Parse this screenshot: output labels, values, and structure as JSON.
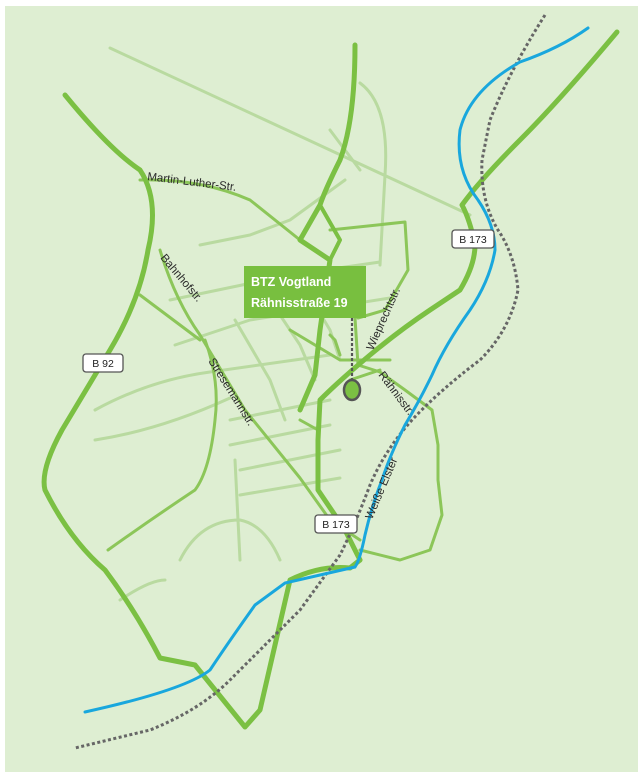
{
  "map": {
    "callout": {
      "line1": "BTZ Vogtland",
      "line2": "Rähnisstraße 19"
    },
    "streets": {
      "martin_luther": "Martin-Luther-Str.",
      "bahnhof": "Bahnhofstr.",
      "stresemann": "Stresemannstr.",
      "wieprecht": "Wieprechtstr.",
      "raehnis": "Rähnisstr."
    },
    "river": "Weiße Elster",
    "shields": {
      "b92": "B 92",
      "b173_east": "B 173",
      "b173_south": "B 173"
    },
    "colors": {
      "background": "#deeed2",
      "major_road": "#7bc043",
      "road": "#8cc659",
      "minor_road": "#b9daa0",
      "river": "#19a7dd",
      "railway": "#666666",
      "callout": "#78bf3f"
    }
  }
}
